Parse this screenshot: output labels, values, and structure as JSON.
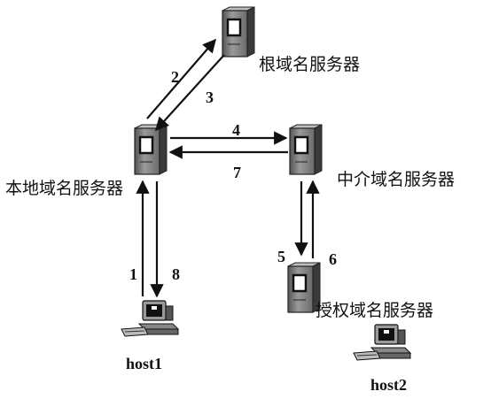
{
  "labels": {
    "root_server": "根域名服务器",
    "local_server": "本地域名服务器",
    "intermediate_server": "中介域名服务器",
    "authoritative_server": "授权域名服务器",
    "host1": "host1",
    "host2": "host2"
  },
  "steps": [
    "1",
    "2",
    "3",
    "4",
    "5",
    "6",
    "7",
    "8"
  ],
  "icons": {
    "server": "server-tower-icon",
    "computer": "desktop-computer-icon"
  }
}
